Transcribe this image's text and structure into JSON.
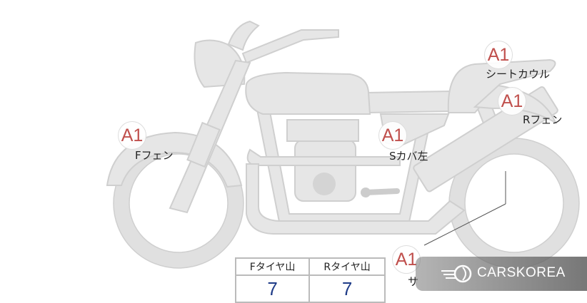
{
  "parts": [
    {
      "grade": "A1",
      "label": "シートカウル"
    },
    {
      "grade": "A1",
      "label": "Rフェン"
    },
    {
      "grade": "A1",
      "label": "Fフェン"
    },
    {
      "grade": "A1",
      "label": "Sカバ左"
    },
    {
      "grade": "A1",
      "label": "サ"
    }
  ],
  "tire_table": {
    "headers": [
      "Fタイヤ山",
      "Rタイヤ山"
    ],
    "values": [
      "7",
      "7"
    ]
  },
  "watermark": {
    "text": "CARSKOREA"
  },
  "colors": {
    "grade": "#c0504d",
    "tire_value": "#1f3c88",
    "part_fill": "#e6e6e6"
  }
}
